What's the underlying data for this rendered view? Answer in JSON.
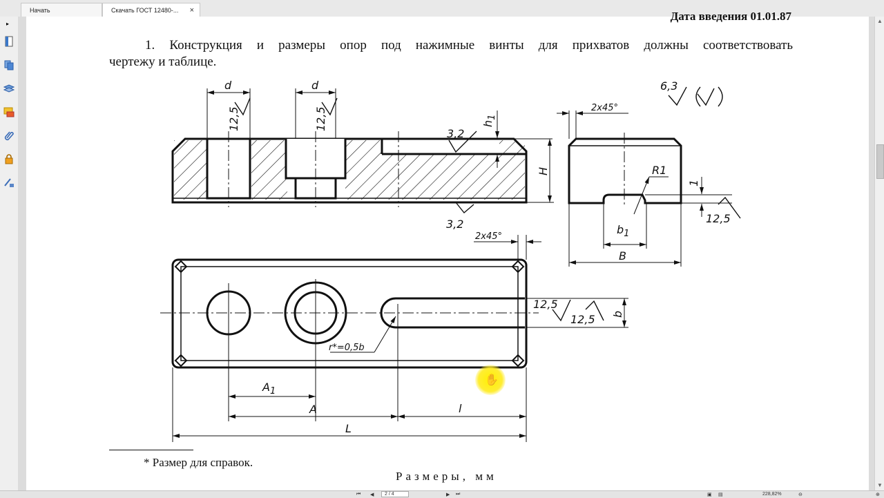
{
  "tabs": [
    {
      "label": "Начать"
    },
    {
      "label": "Скачать ГОСТ 12480-..."
    }
  ],
  "close_symbol": "×",
  "document": {
    "date_line": "Дата введения 01.01.87",
    "para1_line1": "1. Конструкция и размеры опор под нажимные винты для прихватов должны соответствовать",
    "para1_line2": "чертежу и таблице.",
    "footnote": "* Размер для справок.",
    "sizes_heading": "Размеры, мм"
  },
  "drawing_labels": {
    "d1": "d",
    "d2": "d",
    "r1": "12,5",
    "r2": "12,5",
    "h1": "h",
    "h1sub": "1",
    "h": "H",
    "r32a": "3,2",
    "r32b": "3,2",
    "cham1": "2x45°",
    "cham2": "2x45°",
    "rough63": "6,3",
    "r1label": "R1",
    "one": "1",
    "r125c": "12,5",
    "b1": "b",
    "b1sub": "1",
    "b": "B",
    "r125d": "12,5",
    "r125e": "12,5",
    "bsmall": "b",
    "rlabel": "r*=0,5b",
    "a1": "A",
    "a1sub": "1",
    "a": "A",
    "l": "l",
    "L": "L"
  },
  "status": {
    "page": "2 / 4",
    "zoom": "228,82%"
  },
  "icons": [
    "page-icon",
    "copy-icon",
    "layers-icon",
    "comment-icon",
    "attachment-icon",
    "lock-icon",
    "signature-icon"
  ]
}
